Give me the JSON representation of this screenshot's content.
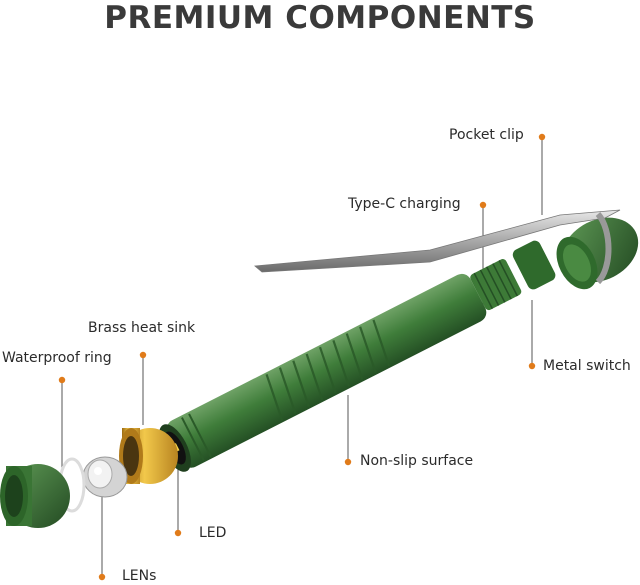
{
  "title": "PREMIUM COMPONENTS",
  "accent_color": "#e07b1a",
  "body_color": "#3f7d3a",
  "brass_color": "#d9a42b",
  "labels": {
    "pocket_clip": "Pocket clip",
    "type_c": "Type-C charging",
    "brass_heat_sink": "Brass heat sink",
    "waterproof_ring": "Waterproof ring",
    "metal_switch": "Metal switch",
    "non_slip": "Non-slip surface",
    "led": "LED",
    "lens": "LENs"
  }
}
